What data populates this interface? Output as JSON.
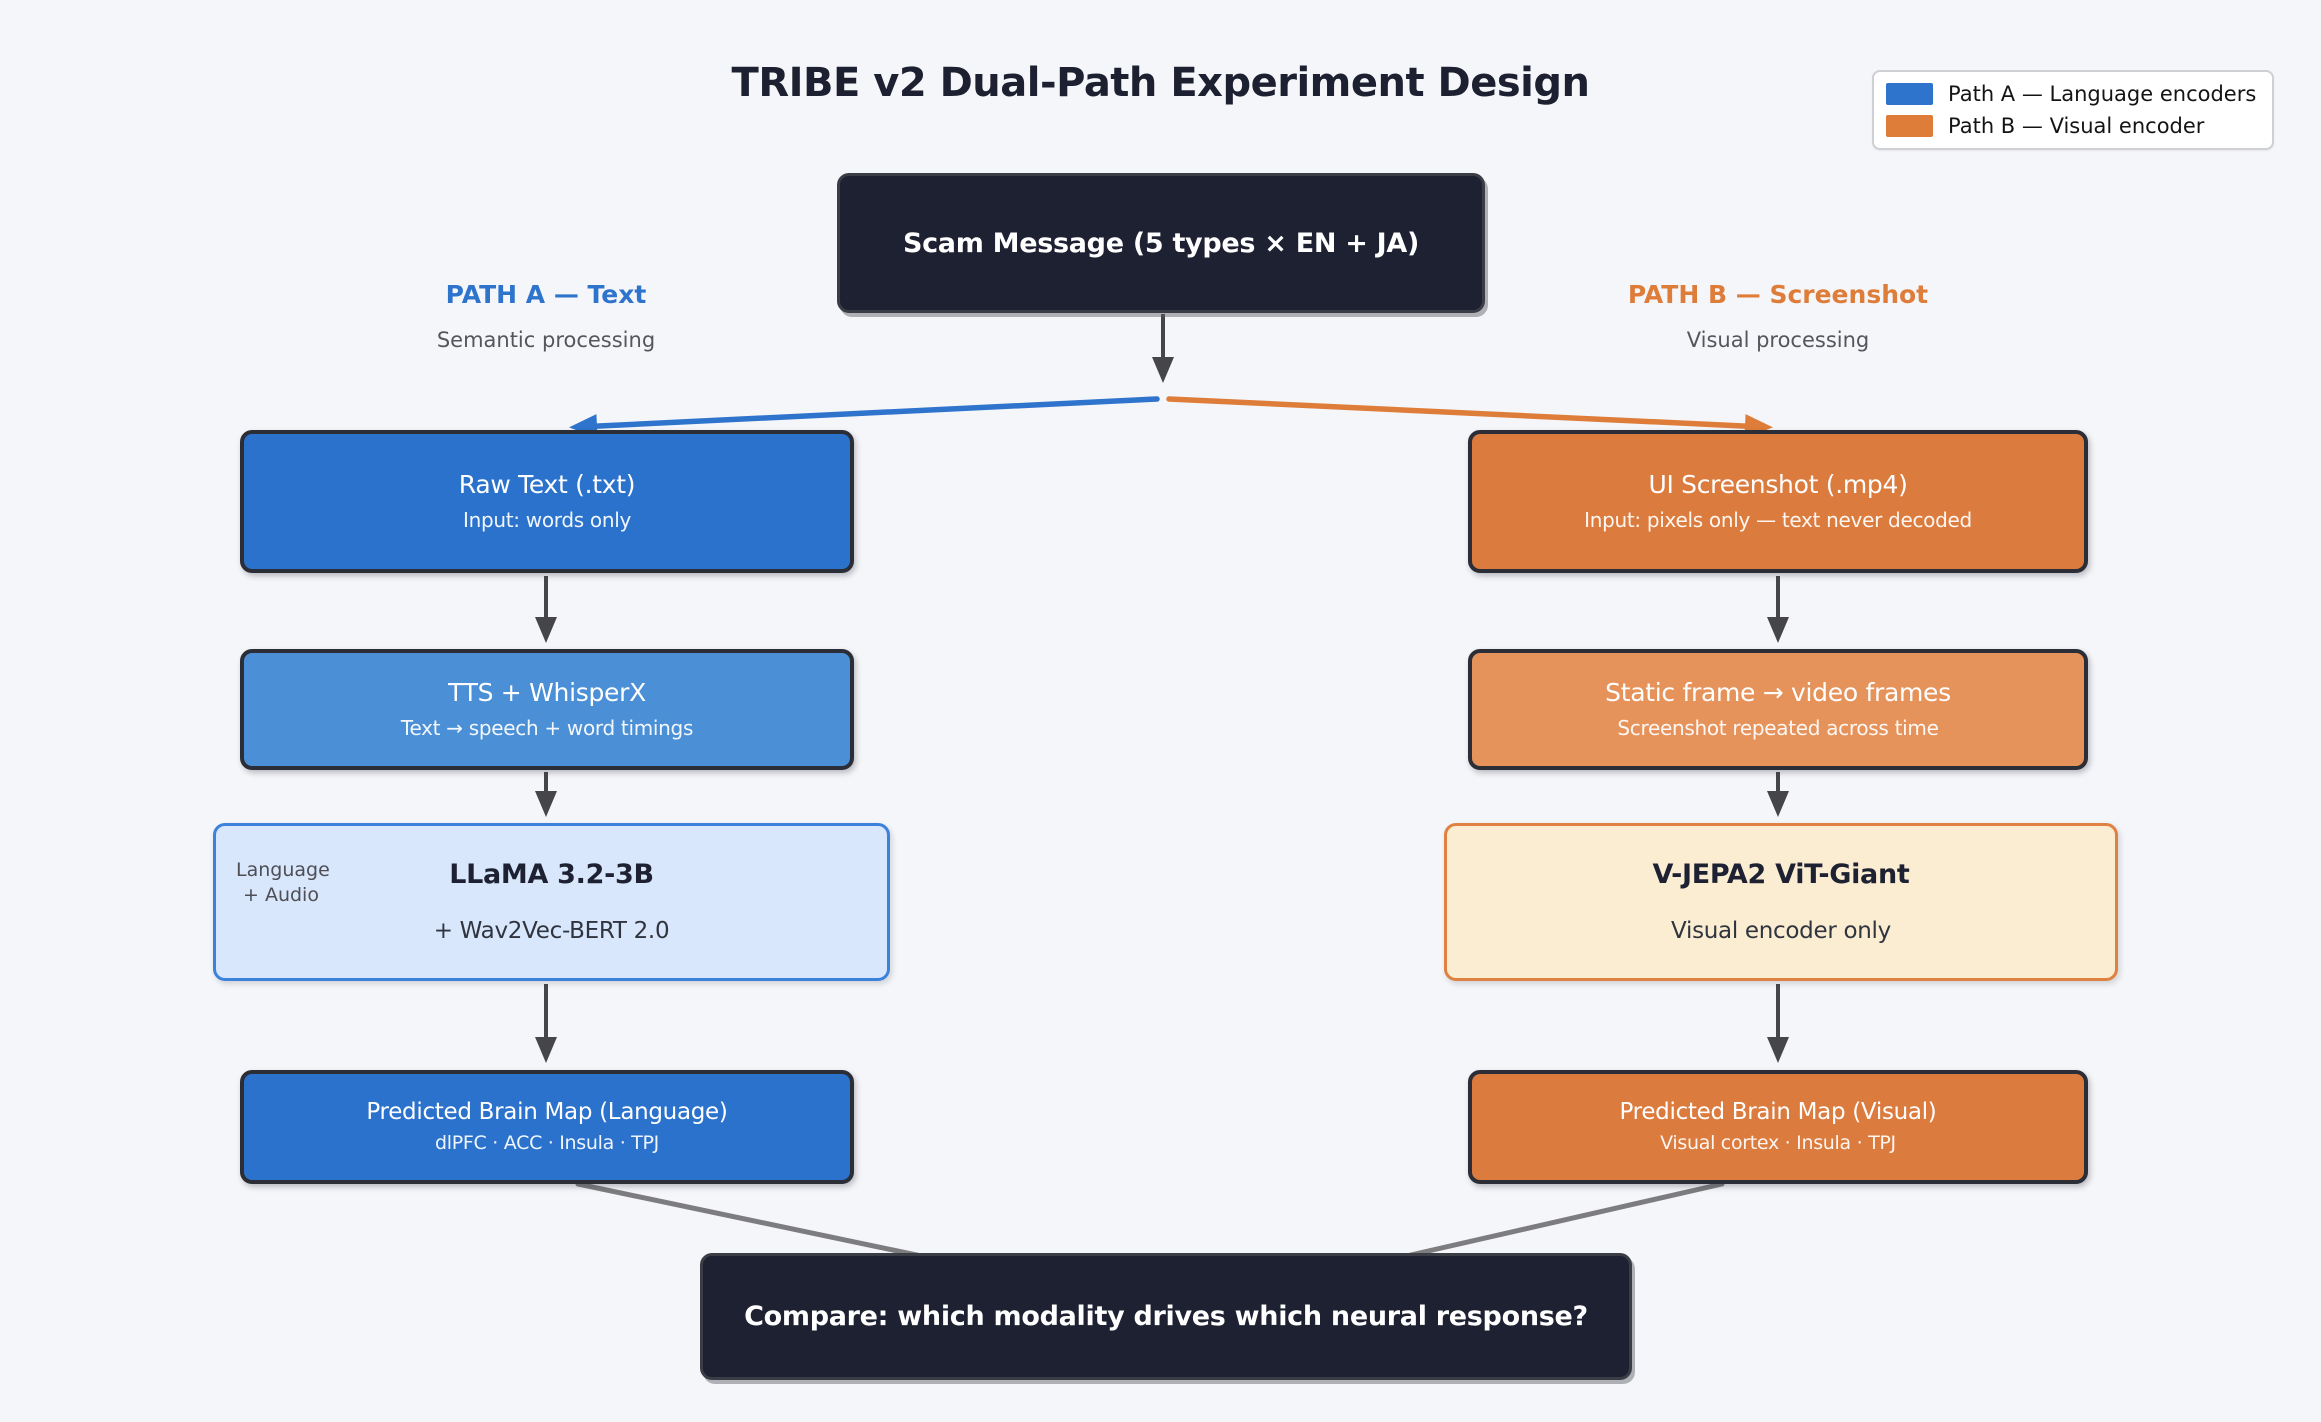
{
  "title": "TRIBE v2 Dual-Path Experiment Design",
  "legend": {
    "items": [
      {
        "label": "Path A — Language encoders",
        "color": "#2e74cc"
      },
      {
        "label": "Path B — Visual encoder",
        "color": "#de7d3a"
      }
    ]
  },
  "source": {
    "label": "Scam Message (5 types × EN + JA)"
  },
  "path_a": {
    "header": "PATH A — Text",
    "subheader": "Semantic processing",
    "color": "#2e74cc",
    "boxes": [
      {
        "title": "Raw Text (.txt)",
        "subtitle": "Input: words only"
      },
      {
        "title": "TTS + WhisperX",
        "subtitle": "Text → speech + word timings"
      },
      {
        "side_label_line1": "Language",
        "side_label_line2": "+ Audio",
        "title": "LLaMA 3.2-3B",
        "subtitle": "+ Wav2Vec-BERT 2.0"
      },
      {
        "title": "Predicted Brain Map (Language)",
        "subtitle": "dlPFC · ACC · Insula · TPJ"
      }
    ]
  },
  "path_b": {
    "header": "PATH B — Screenshot",
    "subheader": "Visual processing",
    "color": "#de7d3a",
    "boxes": [
      {
        "title": "UI Screenshot (.mp4)",
        "subtitle": "Input: pixels only — text never decoded"
      },
      {
        "title": "Static frame → video frames",
        "subtitle": "Screenshot repeated across time"
      },
      {
        "title": "V-JEPA2 ViT-Giant",
        "subtitle": "Visual encoder only"
      },
      {
        "title": "Predicted Brain Map (Visual)",
        "subtitle": "Visual cortex · Insula · TPJ"
      }
    ]
  },
  "compare": {
    "label": "Compare: which modality drives which neural response?"
  },
  "colors": {
    "background": "#f5f6f9",
    "dark_node": "#1d2132",
    "path_a_strong": "#2b72cc",
    "path_a_medium": "#4b8fd6",
    "path_a_light_fill": "#d8e7fb",
    "path_a_light_border": "#3b82dd",
    "path_b_strong": "#dc7b3e",
    "path_b_medium": "#e6935b",
    "path_b_light_fill": "#fbedd2",
    "path_b_light_border": "#df8140",
    "arrow_gray": "#46464a",
    "merge_line_gray": "#7d7d80"
  }
}
